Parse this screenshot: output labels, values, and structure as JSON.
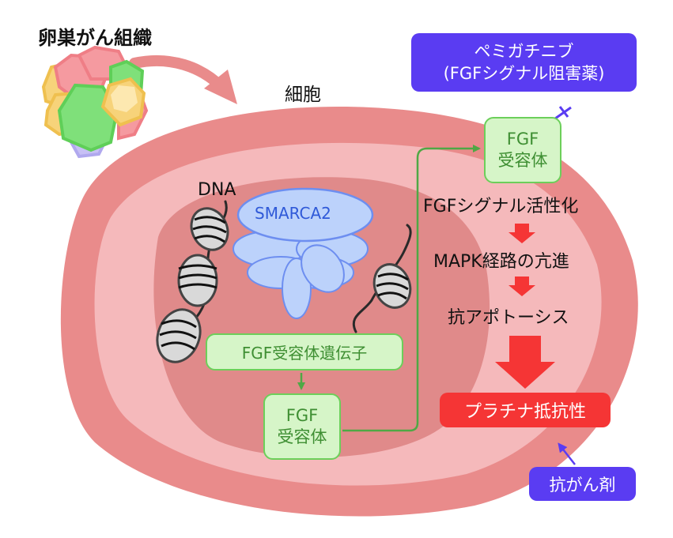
{
  "tissue_label": "卵巣がん組織",
  "cell_label": "細胞",
  "dna_label": "DNA",
  "smarca2_label": "SMARCA2",
  "gene_box_label": "FGF受容体遺伝子",
  "receptor_nucleus": {
    "line1": "FGF",
    "line2": "受容体"
  },
  "receptor_membrane": {
    "line1": "FGF",
    "line2": "受容体"
  },
  "drug_box": {
    "line1": "ペミガチニブ",
    "line2": "(FGFシグナル阻害薬)"
  },
  "pathway_steps": [
    "FGFシグナル活性化",
    "MAPK経路の亢進",
    "抗アポトーシス"
  ],
  "resistance_label": "プラチナ抵抗性",
  "anticancer_label": "抗がん剤",
  "colors": {
    "cell_outer": "#e98b8b",
    "cytoplasm": "#f5b9bb",
    "nucleus": "#e08a8a",
    "green_fill": "#d6f5c8",
    "green_line": "#4fa845",
    "purple": "#5a3cf2",
    "red": "#f53535",
    "protein_blue": "#bcd2fb"
  }
}
